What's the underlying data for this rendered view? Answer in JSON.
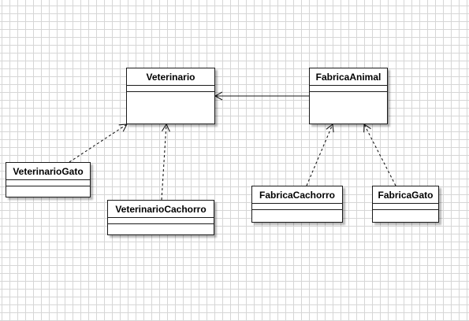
{
  "diagram": {
    "classes": {
      "veterinario": "Veterinario",
      "fabrica_animal": "FabricaAnimal",
      "veterinario_gato": "VeterinarioGato",
      "veterinario_cachorro": "VeterinarioCachorro",
      "fabrica_cachorro": "FabricaCachorro",
      "fabrica_gato": "FabricaGato"
    },
    "relations": [
      {
        "from": "FabricaAnimal",
        "to": "Veterinario",
        "type": "association"
      },
      {
        "from": "VeterinarioGato",
        "to": "Veterinario",
        "type": "dependency"
      },
      {
        "from": "VeterinarioCachorro",
        "to": "Veterinario",
        "type": "dependency"
      },
      {
        "from": "FabricaCachorro",
        "to": "FabricaAnimal",
        "type": "dependency"
      },
      {
        "from": "FabricaGato",
        "to": "FabricaAnimal",
        "type": "dependency"
      }
    ]
  }
}
